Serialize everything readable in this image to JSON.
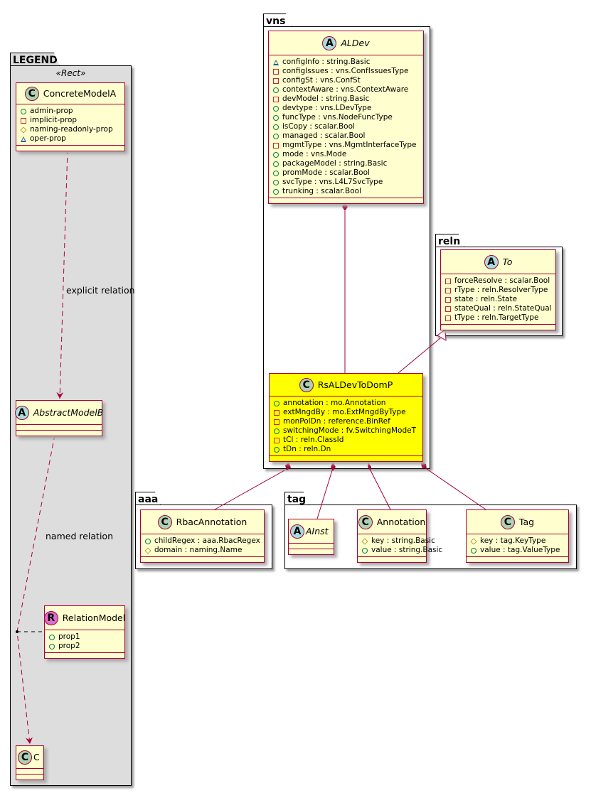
{
  "colors": {
    "border": "#A80036",
    "class_fill": "#FEFECE",
    "highlight_fill": "#FFFF00",
    "legend_fill": "#DDDDDD",
    "spot_class": "#ADD1B2",
    "spot_abstract": "#A9DCDF",
    "spot_relation": "#DA6FD0"
  },
  "packages": {
    "legend": {
      "name": "LEGEND",
      "stereotype": "«Rect»"
    },
    "vns": {
      "name": "vns"
    },
    "reln": {
      "name": "reln"
    },
    "aaa": {
      "name": "aaa"
    },
    "tag": {
      "name": "tag"
    }
  },
  "classes": {
    "ConcreteModelA": {
      "name": "ConcreteModelA",
      "kind": "C",
      "attrs": [
        {
          "vis": "public",
          "text": "admin-prop"
        },
        {
          "vis": "private",
          "text": "implicit-prop"
        },
        {
          "vis": "protected",
          "text": "naming-readonly-prop"
        },
        {
          "vis": "package",
          "text": "oper-prop"
        }
      ]
    },
    "AbstractModelB": {
      "name": "AbstractModelB",
      "kind": "A",
      "attrs": []
    },
    "RelationModel": {
      "name": "RelationModel",
      "kind": "R",
      "attrs": [
        {
          "vis": "public",
          "text": "prop1"
        },
        {
          "vis": "public",
          "text": "prop2"
        }
      ]
    },
    "C": {
      "name": "C",
      "kind": "C",
      "attrs": []
    },
    "ALDev": {
      "name": "ALDev",
      "kind": "A",
      "attrs": [
        {
          "vis": "package",
          "text": "configInfo : string.Basic"
        },
        {
          "vis": "private",
          "text": "configIssues : vns.ConfIssuesType"
        },
        {
          "vis": "private",
          "text": "configSt : vns.ConfSt"
        },
        {
          "vis": "public",
          "text": "contextAware : vns.ContextAware"
        },
        {
          "vis": "private",
          "text": "devModel : string.Basic"
        },
        {
          "vis": "public",
          "text": "devtype : vns.LDevType"
        },
        {
          "vis": "public",
          "text": "funcType : vns.NodeFuncType"
        },
        {
          "vis": "public",
          "text": "isCopy : scalar.Bool"
        },
        {
          "vis": "public",
          "text": "managed : scalar.Bool"
        },
        {
          "vis": "private",
          "text": "mgmtType : vns.MgmtInterfaceType"
        },
        {
          "vis": "public",
          "text": "mode : vns.Mode"
        },
        {
          "vis": "public",
          "text": "packageModel : string.Basic"
        },
        {
          "vis": "public",
          "text": "promMode : scalar.Bool"
        },
        {
          "vis": "public",
          "text": "svcType : vns.L4L7SvcType"
        },
        {
          "vis": "public",
          "text": "trunking : scalar.Bool"
        }
      ]
    },
    "To": {
      "name": "To",
      "kind": "A",
      "attrs": [
        {
          "vis": "private",
          "text": "forceResolve : scalar.Bool"
        },
        {
          "vis": "private",
          "text": "rType : reln.ResolverType"
        },
        {
          "vis": "private",
          "text": "state : reln.State"
        },
        {
          "vis": "private",
          "text": "stateQual : reln.StateQual"
        },
        {
          "vis": "private",
          "text": "tType : reln.TargetType"
        }
      ]
    },
    "RsALDevToDomP": {
      "name": "RsALDevToDomP",
      "kind": "C",
      "highlight": true,
      "attrs": [
        {
          "vis": "public",
          "text": "annotation : mo.Annotation"
        },
        {
          "vis": "private",
          "text": "extMngdBy : mo.ExtMngdByType"
        },
        {
          "vis": "private",
          "text": "monPolDn : reference.BinRef"
        },
        {
          "vis": "public",
          "text": "switchingMode : fv.SwitchingModeT"
        },
        {
          "vis": "private",
          "text": "tCl : reln.ClassId"
        },
        {
          "vis": "public",
          "text": "tDn : reln.Dn"
        }
      ]
    },
    "RbacAnnotation": {
      "name": "RbacAnnotation",
      "kind": "C",
      "attrs": [
        {
          "vis": "public",
          "text": "childRegex : aaa.RbacRegex"
        },
        {
          "vis": "protected",
          "text": "domain : naming.Name"
        }
      ]
    },
    "AInst": {
      "name": "AInst",
      "kind": "A",
      "attrs": []
    },
    "Annotation": {
      "name": "Annotation",
      "kind": "C",
      "attrs": [
        {
          "vis": "protected",
          "text": "key : string.Basic"
        },
        {
          "vis": "public",
          "text": "value : string.Basic"
        }
      ]
    },
    "Tag": {
      "name": "Tag",
      "kind": "C",
      "attrs": [
        {
          "vis": "protected",
          "text": "key : tag.KeyType"
        },
        {
          "vis": "public",
          "text": "value : tag.ValueType"
        }
      ]
    }
  },
  "relations": [
    {
      "from": "ConcreteModelA",
      "to": "AbstractModelB",
      "type": "dependency",
      "label": "explicit relation"
    },
    {
      "from": "AbstractModelB",
      "to": "C",
      "type": "dependency",
      "label": "named relation",
      "association_class": "RelationModel"
    },
    {
      "from": "ALDev",
      "to": "RsALDevToDomP",
      "type": "composition"
    },
    {
      "from": "RsALDevToDomP",
      "to": "To",
      "type": "inheritance"
    },
    {
      "from": "RsALDevToDomP",
      "to": "RbacAnnotation",
      "type": "composition"
    },
    {
      "from": "RsALDevToDomP",
      "to": "AInst",
      "type": "composition"
    },
    {
      "from": "RsALDevToDomP",
      "to": "Annotation",
      "type": "composition"
    },
    {
      "from": "RsALDevToDomP",
      "to": "Tag",
      "type": "composition"
    }
  ]
}
